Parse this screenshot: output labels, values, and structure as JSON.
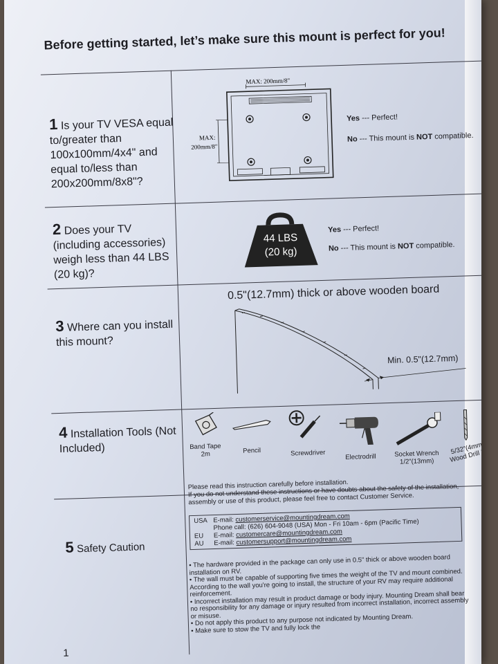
{
  "title": "Before getting started, let’s make sure this mount is perfect for you!",
  "sections": {
    "vesa": {
      "number": "1",
      "question": "Is your TV VESA equal to/greater than 100x100mm/4x4\" and equal to/less than 200x200mm/8x8\"?",
      "max_width_label": "MAX: 200mm/8\"",
      "max_height_label_1": "MAX:",
      "max_height_label_2": "200mm/8\"",
      "yes_label": "Yes",
      "yes_text": " --- Perfect!",
      "no_label": "No",
      "no_text_1": " --- This mount is ",
      "no_text_bold": "NOT",
      "no_text_2": " compatible."
    },
    "weight": {
      "number": "2",
      "question": "Does your TV (including accessories) weigh less than 44 LBS (20 kg)?",
      "weight_line_1": "44 LBS",
      "weight_line_2": "(20 kg)",
      "yes_label": "Yes",
      "yes_text": " --- Perfect!",
      "no_label": "No",
      "no_text_1": " --- This mount is ",
      "no_text_bold": "NOT",
      "no_text_2": " compatible."
    },
    "install": {
      "number": "3",
      "question": "Where can you install this mount?",
      "board_caption": "0.5\"(12.7mm) thick or above wooden board",
      "min_label": "Min. 0.5\"(12.7mm)"
    },
    "tools": {
      "number": "4",
      "question": "Installation Tools (Not Included)",
      "items": [
        {
          "name": "Band Tape",
          "sub": "2m",
          "icon": "tape-measure-icon"
        },
        {
          "name": "Pencil",
          "sub": "",
          "icon": "pencil-icon"
        },
        {
          "name": "Screwdriver",
          "sub": "",
          "icon": "screwdriver-icon"
        },
        {
          "name": "Electrodrill",
          "sub": "",
          "icon": "drill-icon"
        },
        {
          "name": "Socket Wrench",
          "sub": "1/2\"(13mm)",
          "icon": "socket-wrench-icon"
        },
        {
          "name": "5/32\"(4mm)",
          "sub": "Wood Drill Bit",
          "icon": "drill-bit-icon"
        }
      ]
    },
    "safety": {
      "number": "5",
      "title": "Safety Caution",
      "intro_1": "Please read this instruction carefully before installation.",
      "intro_2": "If you do not understand these instructions or have doubts about the safety of the installation, assembly or use of this product, please feel free to contact Customer Service.",
      "contacts": [
        {
          "region": "USA",
          "label": "E-mail: ",
          "email": "customerservice@mountingdream.com"
        },
        {
          "region": "",
          "label": "Phone call: (626) 604-9048 (USA)  Mon - Fri 10am - 6pm (Pacific Time)",
          "email": ""
        },
        {
          "region": "EU",
          "label": "E-mail: ",
          "email": "customercare@mountingdream.com"
        },
        {
          "region": "AU",
          "label": "E-mail: ",
          "email": "customersupport@mountingdream.com"
        }
      ],
      "bullets": [
        "The hardware provided in the package can only use in 0.5\" thick or above wooden board installation on RV.",
        "The wall must be capable of supporting five times the weight of the TV and mount combined. According to the wall you're going to install, the structure of your RV may require additional reinforcement.",
        "Incorrect installation may result in product damage or body injury. Mounting Dream shall bear no responsibility for any damage or injury resulted from incorrect installation, incorrect assembly or misuse.",
        "Do not apply this product to any purpose not indicated by Mounting Dream.",
        "Make sure to stow the TV and fully lock the"
      ]
    }
  },
  "page_number": "1"
}
